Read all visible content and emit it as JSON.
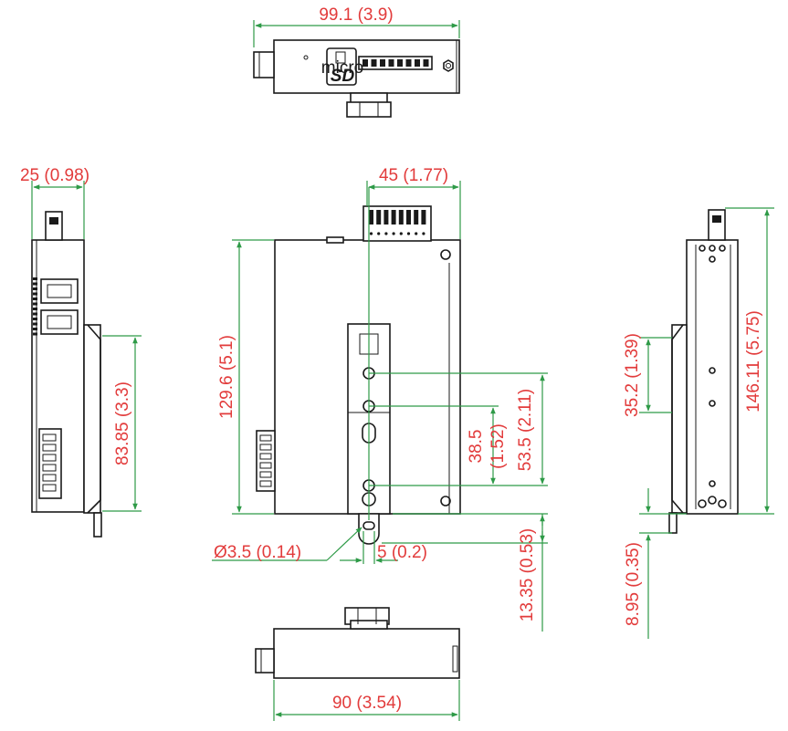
{
  "colors": {
    "dimension_text": "#e23b3b",
    "dimension_line": "#2e9a47",
    "outline": "#1a1a1a"
  },
  "top_view": {
    "width_label": "99.1 (3.9)",
    "sd_logo_line1": "micro",
    "sd_logo_line2": "SD"
  },
  "left_view": {
    "depth_label": "25 (0.98)",
    "din_label": "83.85 (3.3)"
  },
  "front_view": {
    "connector_width_label": "45 (1.77)",
    "height_label": "129.6 (5.1)",
    "hole_spacing_label_1": "38.5",
    "hole_spacing_label_2": "(1.52)",
    "hole_span_label": "53.5 (2.11)",
    "hole_diameter_label": "Ø3.5 (0.14)",
    "slot_width_label": "5 (0.2)",
    "tab_label": "13.35 (0.53)"
  },
  "right_view": {
    "din_rail_label": "35.2 (1.39)",
    "height_label": "146.11 (5.75)",
    "tab_label": "8.95 (0.35)"
  },
  "bottom_view": {
    "width_label": "90 (3.54)"
  }
}
